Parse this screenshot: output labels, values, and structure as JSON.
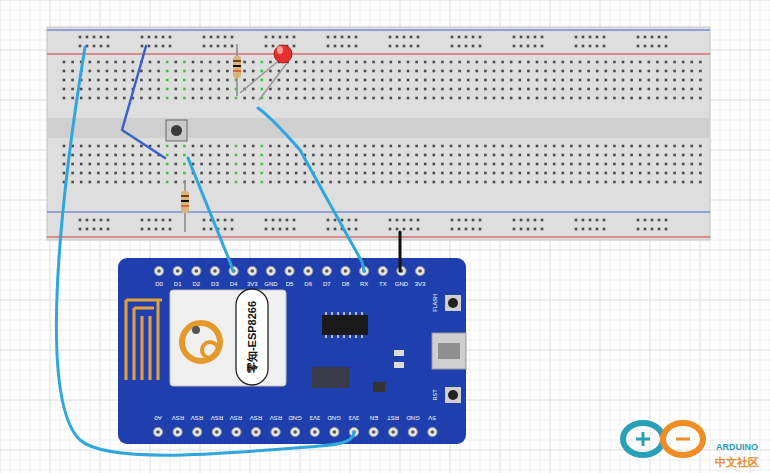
{
  "diagram": {
    "labels": [
      "D0",
      "D1",
      "D2",
      "D3",
      "D4",
      "3V3",
      "GND",
      "D5",
      "D6",
      "D7",
      "D8",
      "RX",
      "TX",
      "GND",
      "3V3",
      "A0",
      "RSV",
      "RSV",
      "RSV",
      "RSV",
      "RSV",
      "RSV",
      "GND",
      "3V3",
      "GND",
      "3V3",
      "EN",
      "RST",
      "GND",
      "5V",
      "FLASH",
      "RST",
      "零知-ESP8266",
      "ARDUINO",
      "中文社区"
    ]
  }
}
